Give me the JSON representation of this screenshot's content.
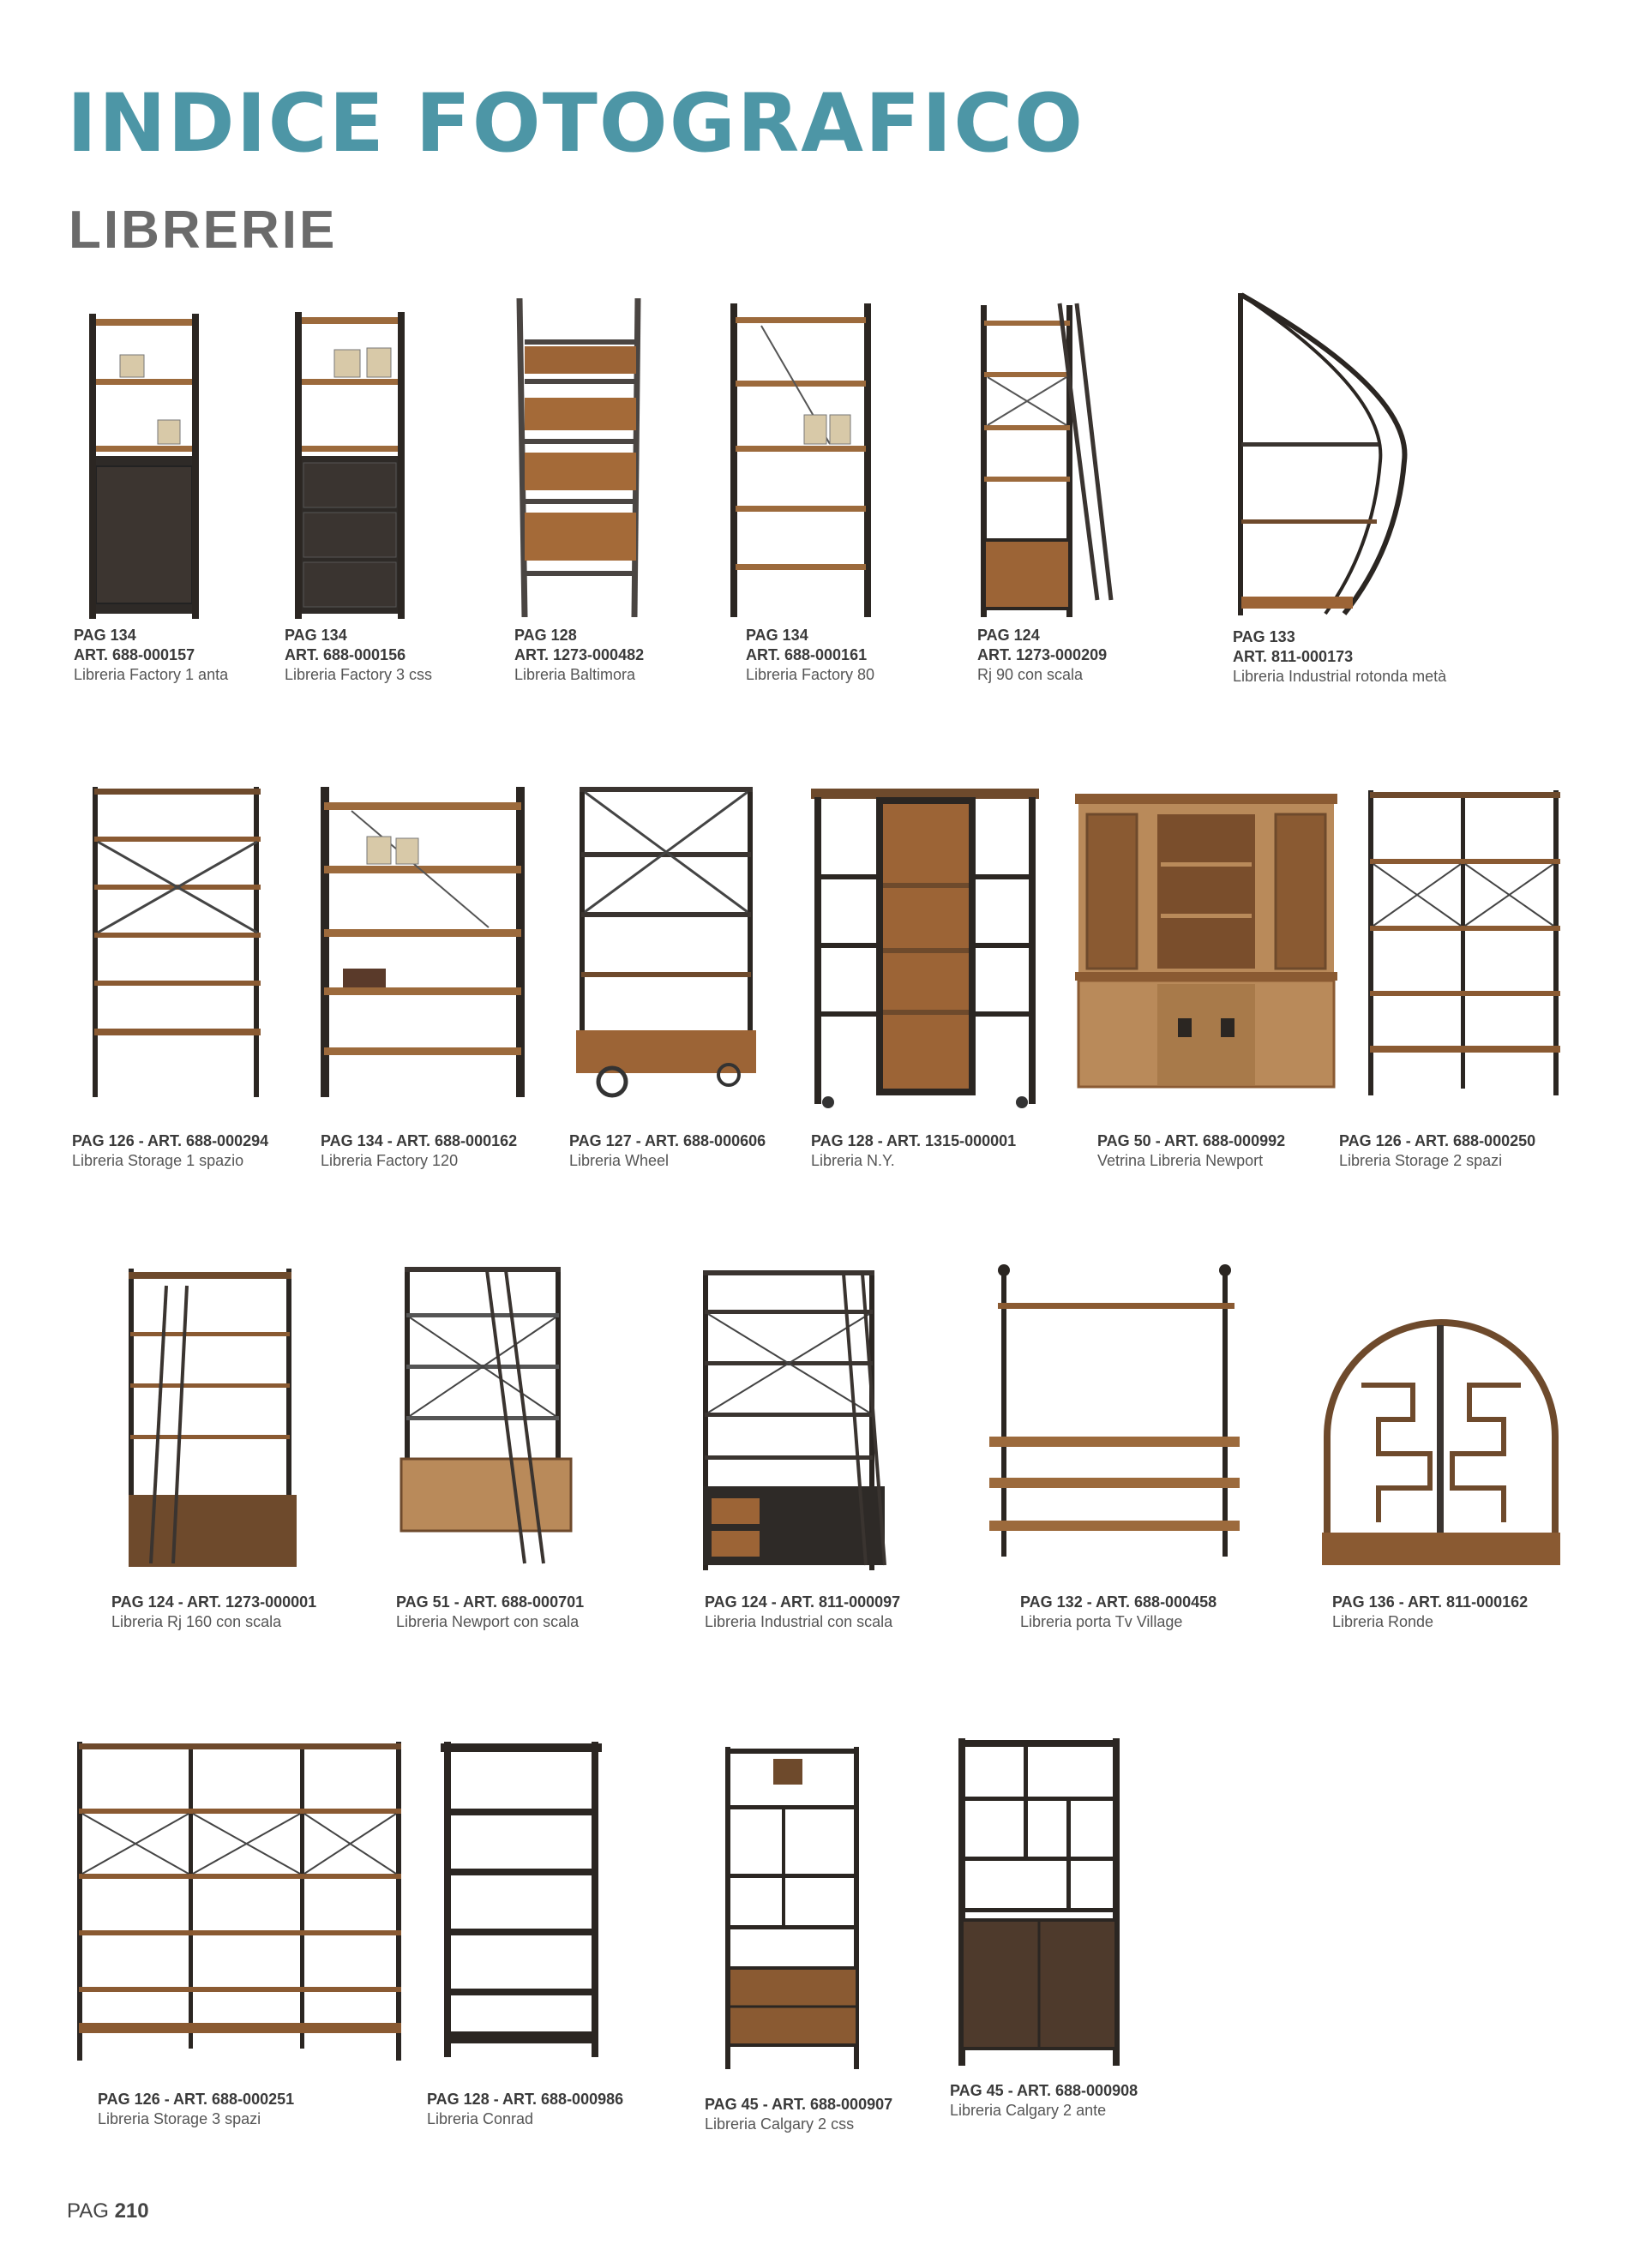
{
  "title": "INDICE FOTOGRAFICO",
  "subtitle": "LIBRERIE",
  "footer": {
    "prefix": "PAG",
    "number": "210"
  },
  "products": [
    {
      "type": "three-line",
      "page": "PAG 134",
      "art": "ART. 688-000157",
      "name": "Libreria Factory 1 anta",
      "icon": "bookcase-cabinet-icon"
    },
    {
      "type": "three-line",
      "page": "PAG 134",
      "art": "ART. 688-000156",
      "name": "Libreria Factory 3 css",
      "icon": "bookcase-drawers-icon"
    },
    {
      "type": "three-line",
      "page": "PAG 128",
      "art": "ART. 1273-000482",
      "name": "Libreria Baltimora",
      "icon": "leaning-bookcase-icon"
    },
    {
      "type": "three-line",
      "page": "PAG 134",
      "art": "ART. 688-000161",
      "name": "Libreria Factory 80",
      "icon": "open-bookcase-icon"
    },
    {
      "type": "three-line",
      "page": "PAG 124",
      "art": "ART. 1273-000209",
      "name": "Rj 90 con scala",
      "icon": "ladder-bookcase-icon"
    },
    {
      "type": "three-line",
      "page": "PAG 133",
      "art": "ART. 811-000173",
      "name": "Libreria Industrial rotonda metà",
      "icon": "half-round-bookcase-icon"
    },
    {
      "type": "two-line",
      "code": "PAG 126 - ART. 688-000294",
      "name": "Libreria Storage 1 spazio",
      "icon": "open-bookcase-icon"
    },
    {
      "type": "two-line",
      "code": "PAG 134 - ART. 688-000162",
      "name": "Libreria Factory 120",
      "icon": "open-bookcase-icon"
    },
    {
      "type": "two-line",
      "code": "PAG 127 - ART. 688-000606",
      "name": "Libreria Wheel",
      "icon": "wheeled-bookcase-icon"
    },
    {
      "type": "two-line",
      "code": "PAG 128 - ART. 1315-000001",
      "name": "Libreria N.Y.",
      "icon": "cabinet-bookcase-icon"
    },
    {
      "type": "two-line",
      "code": "PAG 50 - ART. 688-000992",
      "name": "Vetrina Libreria Newport",
      "icon": "sideboard-vitrine-icon"
    },
    {
      "type": "two-line",
      "code": "PAG 126 - ART. 688-000250",
      "name": "Libreria Storage 2 spazi",
      "icon": "open-bookcase-icon"
    },
    {
      "type": "two-line",
      "code": "PAG 124 - ART. 1273-000001",
      "name": "Libreria Rj 160 con scala",
      "icon": "ladder-bookcase-icon"
    },
    {
      "type": "two-line",
      "code": "PAG 51 - ART. 688-000701",
      "name": "Libreria Newport con scala",
      "icon": "ladder-bookcase-icon"
    },
    {
      "type": "two-line",
      "code": "PAG 124 - ART. 811-000097",
      "name": "Libreria Industrial con scala",
      "icon": "ladder-bookcase-icon"
    },
    {
      "type": "two-line",
      "code": "PAG 132 - ART. 688-000458",
      "name": "Libreria porta Tv Village",
      "icon": "wall-shelf-icon"
    },
    {
      "type": "two-line",
      "code": "PAG 136 - ART. 811-000162",
      "name": "Libreria Ronde",
      "icon": "round-bookcase-icon"
    },
    {
      "type": "two-line",
      "code": "PAG 126 - ART. 688-000251",
      "name": "Libreria Storage 3 spazi",
      "icon": "open-bookcase-icon"
    },
    {
      "type": "two-line",
      "code": "PAG 128 - ART. 688-000986",
      "name": "Libreria Conrad",
      "icon": "open-bookcase-icon"
    },
    {
      "type": "two-line",
      "code": "PAG 45 - ART. 688-000907",
      "name": "Libreria Calgary 2 css",
      "icon": "bookcase-drawers-icon"
    },
    {
      "type": "two-line",
      "code": "PAG 45 - ART. 688-000908",
      "name": "Libreria Calgary 2 ante",
      "icon": "bookcase-cabinet-icon"
    }
  ],
  "colors": {
    "title": "#4d96a6",
    "metal": "#2b2622",
    "wood": "#8a5a32",
    "wood_light": "#b98a5a"
  }
}
